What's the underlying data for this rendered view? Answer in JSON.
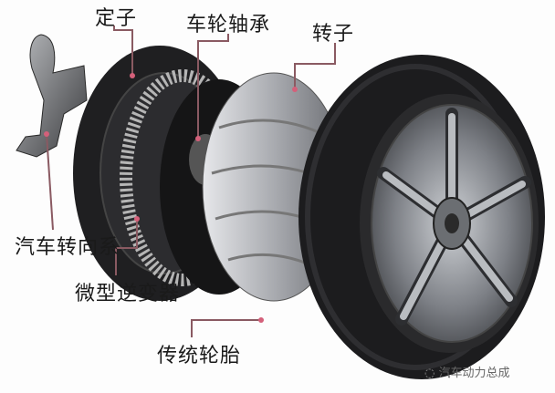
{
  "labels": {
    "stator": "定子",
    "wheel_bearing": "车轮轴承",
    "rotor": "转子",
    "steering_system": "汽车转向系",
    "micro_inverter": "微型逆变器",
    "tire": "传统轮胎"
  },
  "watermark": "汽车动力总成",
  "colors": {
    "leader_line": "#8a5a62",
    "leader_dot": "#d4607a"
  }
}
